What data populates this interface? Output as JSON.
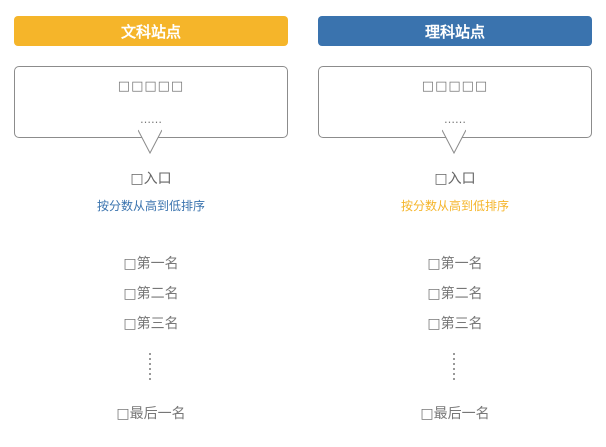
{
  "colors": {
    "arts_accent": "#F5B52A",
    "science_accent": "#3A73AE",
    "border": "#8C8C8C",
    "text_gray": "#777777"
  },
  "columns": [
    {
      "header": "文科站点",
      "header_color": "#F5B52A",
      "callout_text": "□□□□□",
      "callout_ellipsis": "……",
      "entry_label": "□入口",
      "sort_label": "按分数从高到低排序",
      "sort_color": "#3A73AE",
      "ranks": [
        "□第一名",
        "□第二名",
        "□第三名"
      ],
      "last_rank": "□最后一名"
    },
    {
      "header": "理科站点",
      "header_color": "#3A73AE",
      "callout_text": "□□□□□",
      "callout_ellipsis": "……",
      "entry_label": "□入口",
      "sort_label": "按分数从高到低排序",
      "sort_color": "#F5B52A",
      "ranks": [
        "□第一名",
        "□第二名",
        "□第三名"
      ],
      "last_rank": "□最后一名"
    }
  ]
}
